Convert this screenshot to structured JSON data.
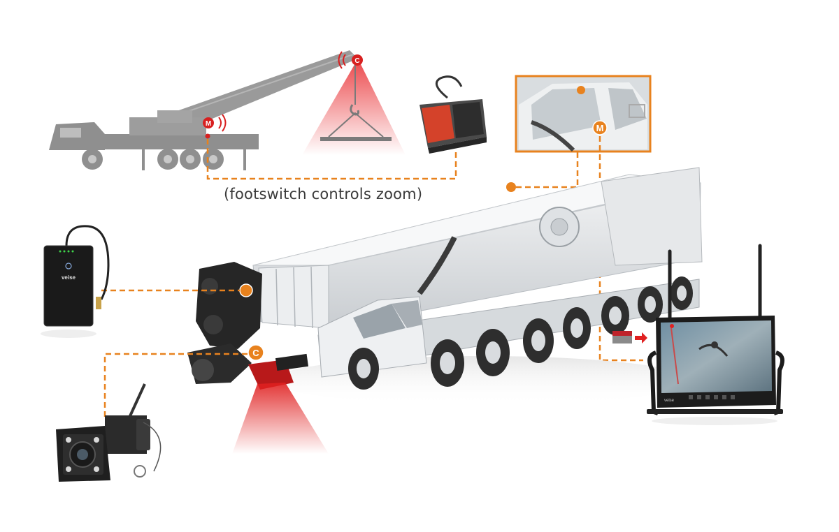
{
  "caption": "(footswitch controls zoom)",
  "markers": {
    "main_letter": "M",
    "crane_cam_letter": "C"
  },
  "battery": {
    "brand": "veise"
  },
  "monitor": {
    "brand": "veise"
  },
  "colors": {
    "accent": "#e8821e",
    "marker_red": "#d82020",
    "crane_silhouette": "#8f8f8f",
    "truck_body": "#e4e6e8"
  }
}
